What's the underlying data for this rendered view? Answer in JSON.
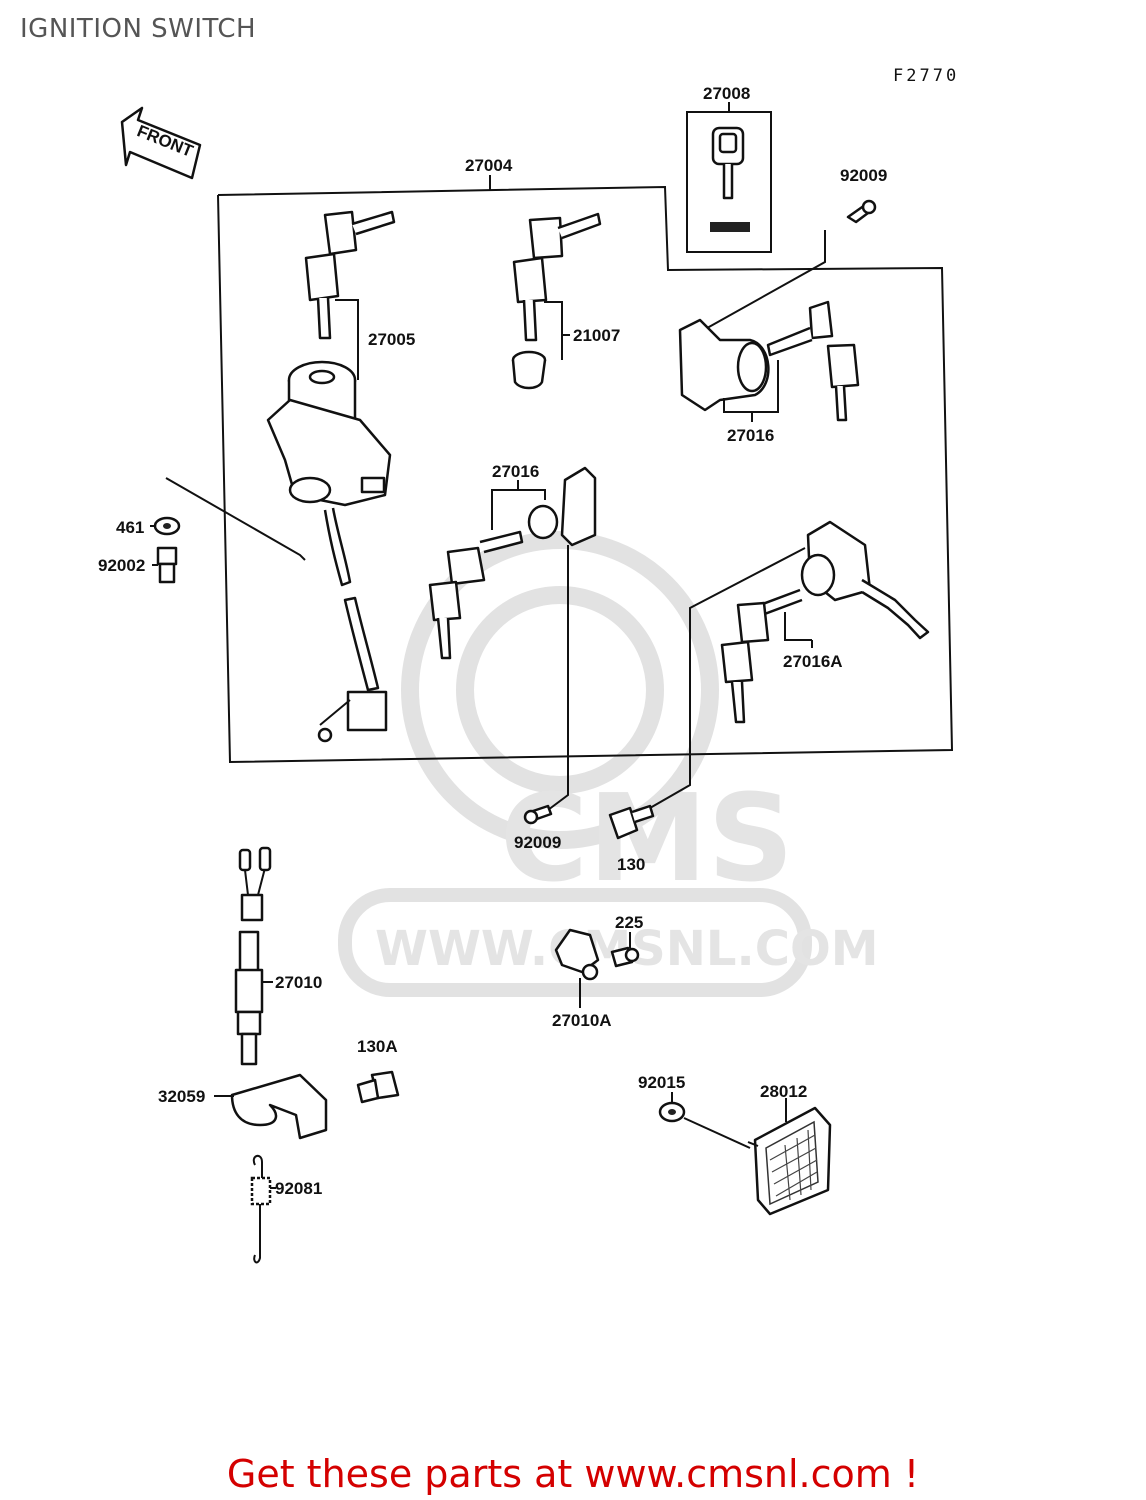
{
  "title": "IGNITION SWITCH",
  "figure_code": "F2770",
  "front_label": "FRONT",
  "watermark": {
    "brand": "CMS",
    "url": "WWW.CMSNL.COM"
  },
  "parts": [
    {
      "id": "27004"
    },
    {
      "id": "27005"
    },
    {
      "id": "21007"
    },
    {
      "id": "27008"
    },
    {
      "id": "92009"
    },
    {
      "id": "27016"
    },
    {
      "id": "27016"
    },
    {
      "id": "461"
    },
    {
      "id": "92002"
    },
    {
      "id": "27016A"
    },
    {
      "id": "92009"
    },
    {
      "id": "130"
    },
    {
      "id": "225"
    },
    {
      "id": "27010"
    },
    {
      "id": "27010A"
    },
    {
      "id": "130A"
    },
    {
      "id": "92015"
    },
    {
      "id": "28012"
    },
    {
      "id": "32059"
    },
    {
      "id": "92081"
    }
  ],
  "footer": "Get these parts at www.cmsnl.com !"
}
